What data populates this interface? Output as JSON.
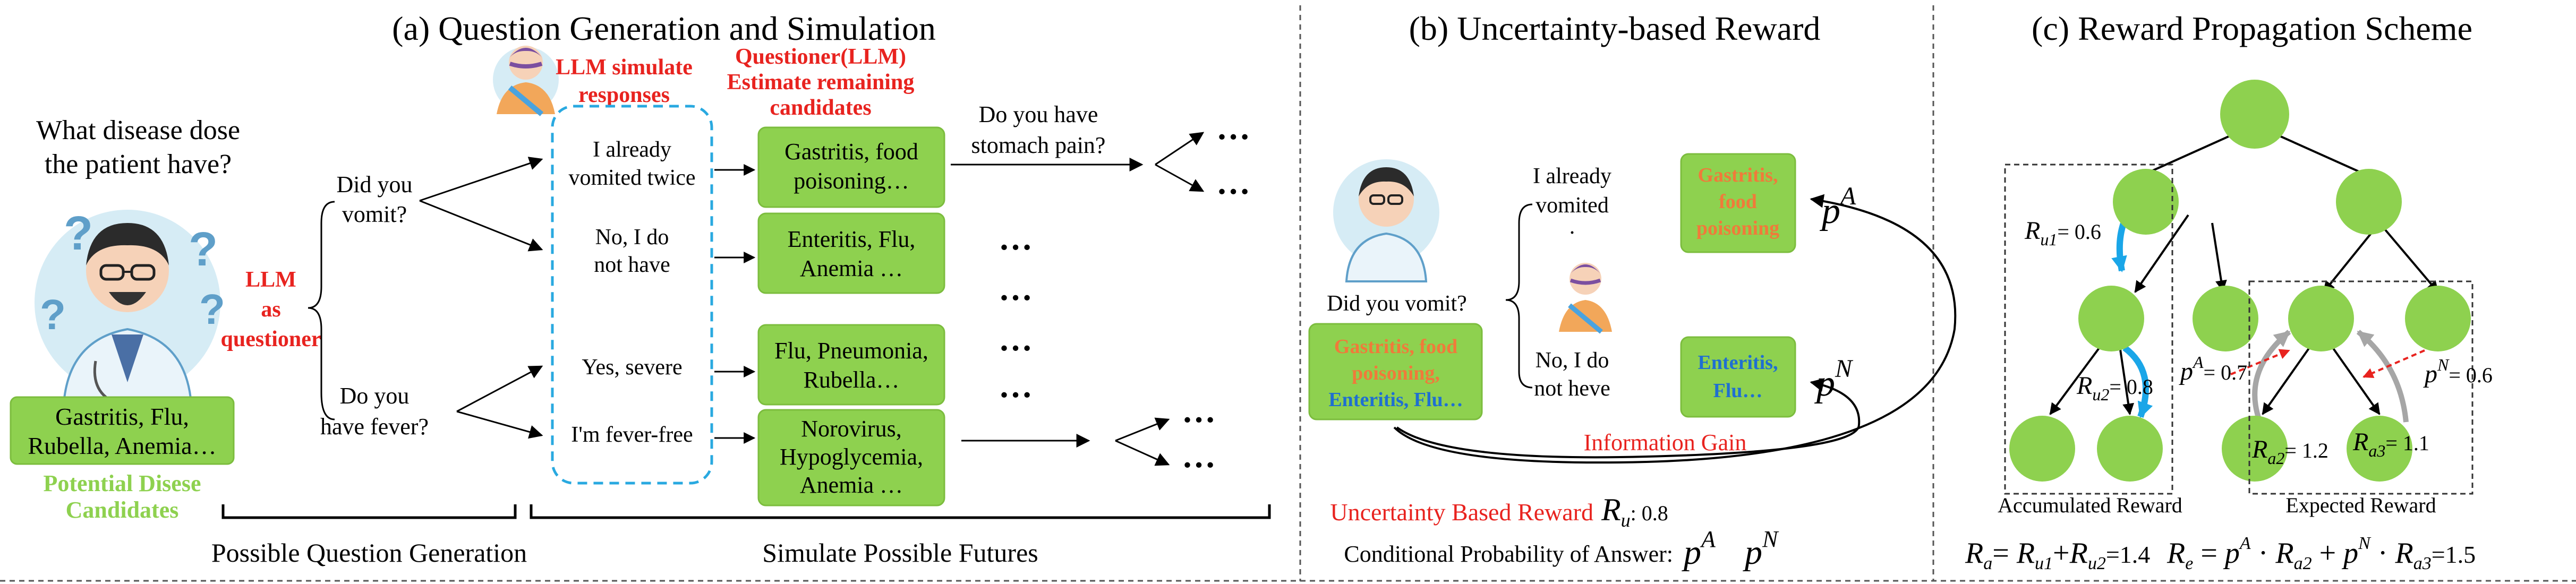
{
  "colors": {
    "green": "#8ed14f",
    "green_stroke": "#7cbd3e",
    "red": "#e8231f",
    "orange": "#f07a3a",
    "blue": "#1f6fd1",
    "cyan_arrow": "#1aa6e8",
    "cyan_dash": "#29a9e0",
    "gray_arrow": "#a6a6a6",
    "light_green_text": "#8ed14f"
  },
  "panel_a": {
    "title": "(a) Question Generation and Simulation",
    "main_question": [
      "What disease dose",
      "the patient have?"
    ],
    "candidates_box": [
      "Gastritis, Flu,",
      "Rubella, Anemia…"
    ],
    "candidates_caption": [
      "Potential Disese",
      "Candidates"
    ],
    "llm_questioner": [
      "LLM",
      "as",
      "questioner"
    ],
    "llm_simulate": [
      "LLM simulate",
      "responses"
    ],
    "questioner_estimate": [
      "Questioner(LLM)",
      "Estimate remaining",
      "candidates"
    ],
    "q_vomit": [
      "Did you",
      "vomit?"
    ],
    "q_fever": [
      "Do you",
      "have fever?"
    ],
    "responses": [
      [
        "I already",
        "vomited twice"
      ],
      [
        "No, I do",
        "not have"
      ],
      [
        "Yes, severe"
      ],
      [
        "I'm fever-free"
      ]
    ],
    "remaining": [
      [
        "Gastritis, food",
        "poisoning…"
      ],
      [
        "Enteritis, Flu,",
        "Anemia …"
      ],
      [
        "Flu, Pneumonia,",
        "Rubella…"
      ],
      [
        "Norovirus,",
        "Hypoglycemia,",
        "Anemia …"
      ]
    ],
    "followup_question": [
      "Do you have",
      "stomach pain?"
    ],
    "ellipsis": "…",
    "bracket_left_label": "Possible Question Generation",
    "bracket_right_label": "Simulate Possible Futures"
  },
  "panel_b": {
    "title": "(b) Uncertainty-based Reward",
    "question": "Did you vomit?",
    "candidates": {
      "line1": "Gastritis, food",
      "line2": "poisoning,",
      "line3_blue": "Enteritis, Flu…"
    },
    "yes_response": [
      "I already",
      "vomited",
      "."
    ],
    "no_response": [
      "No, I do",
      "not heve"
    ],
    "yes_result": [
      "Gastritis,",
      "food",
      "poisoning"
    ],
    "no_result": [
      "Enteritis,",
      "Flu…"
    ],
    "p_a": "p",
    "p_a_sup": "A",
    "p_n": "p",
    "p_n_sup": "N",
    "information_gain": "Information Gain",
    "uncertainty_reward_label": "Uncertainty Based Reward",
    "r_u_symbol": "R",
    "r_u_sub": "u",
    "r_u_value": ": 0.8",
    "conditional_label": "Conditional Probability of Answer:"
  },
  "panel_c": {
    "title": "(c) Reward Propagation Scheme",
    "ru1_label": "R",
    "ru1_sub": "u1",
    "ru1_value": "= 0.6",
    "ru2_label": "R",
    "ru2_sub": "u2",
    "ru2_value": "= 0.8",
    "pa_label": "p",
    "pa_sup": "A",
    "pa_value": "= 0.7",
    "pn_label": "p",
    "pn_sup": "N",
    "pn_value": "= 0.6",
    "ra2_label": "R",
    "ra2_sub": "a2",
    "ra2_value": "= 1.2",
    "ra3_label": "R",
    "ra3_sub": "a3",
    "ra3_value": "= 1.1",
    "accumulated_caption": "Accumulated Reward",
    "expected_caption": "Expected Reward",
    "formula_a": {
      "lhs": "R",
      "lhs_sub": "a",
      "eq": "= ",
      "t1": "R",
      "t1_sub": "u1",
      "plus": "+",
      "t2": "R",
      "t2_sub": "u2",
      "result": "=1.4"
    },
    "formula_e": {
      "lhs": "R",
      "lhs_sub": "e",
      "eq": " = ",
      "p1": "p",
      "p1_sup": "A",
      "dot1": " · ",
      "t1": "R",
      "t1_sub": "a2",
      "plus": " + ",
      "p2": "p",
      "p2_sup": "N",
      "dot2": " · ",
      "t2": "R",
      "t2_sub": "a3",
      "result": "=1.5"
    }
  }
}
